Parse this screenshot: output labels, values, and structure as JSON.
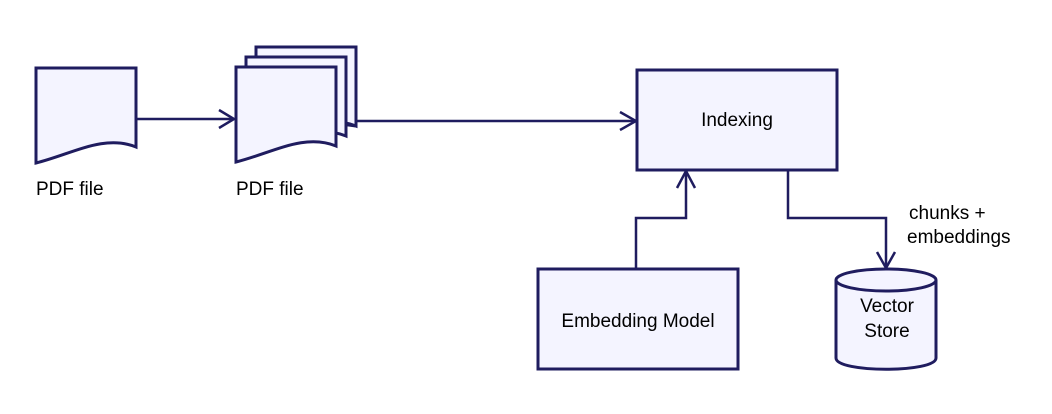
{
  "colors": {
    "stroke": "#1f1c5f",
    "fill": "#f4f4ff",
    "text": "#000000"
  },
  "nodes": {
    "pdf_single": {
      "label": "PDF file",
      "shape": "document"
    },
    "pdf_stack": {
      "label": "PDF file",
      "shape": "multi-document"
    },
    "indexing": {
      "label": "Indexing",
      "shape": "rectangle"
    },
    "embedding_model": {
      "label": "Embedding Model",
      "shape": "rectangle"
    },
    "vector_store": {
      "label_line1": "Vector",
      "label_line2": "Store",
      "shape": "cylinder"
    }
  },
  "edges": {
    "pdf_to_stack": {
      "from": "pdf_single",
      "to": "pdf_stack"
    },
    "stack_to_indexing": {
      "from": "pdf_stack",
      "to": "indexing"
    },
    "model_to_indexing": {
      "from": "embedding_model",
      "to": "indexing"
    },
    "indexing_to_store": {
      "from": "indexing",
      "to": "vector_store",
      "label_line1": "chunks +",
      "label_line2": "embeddings"
    }
  }
}
